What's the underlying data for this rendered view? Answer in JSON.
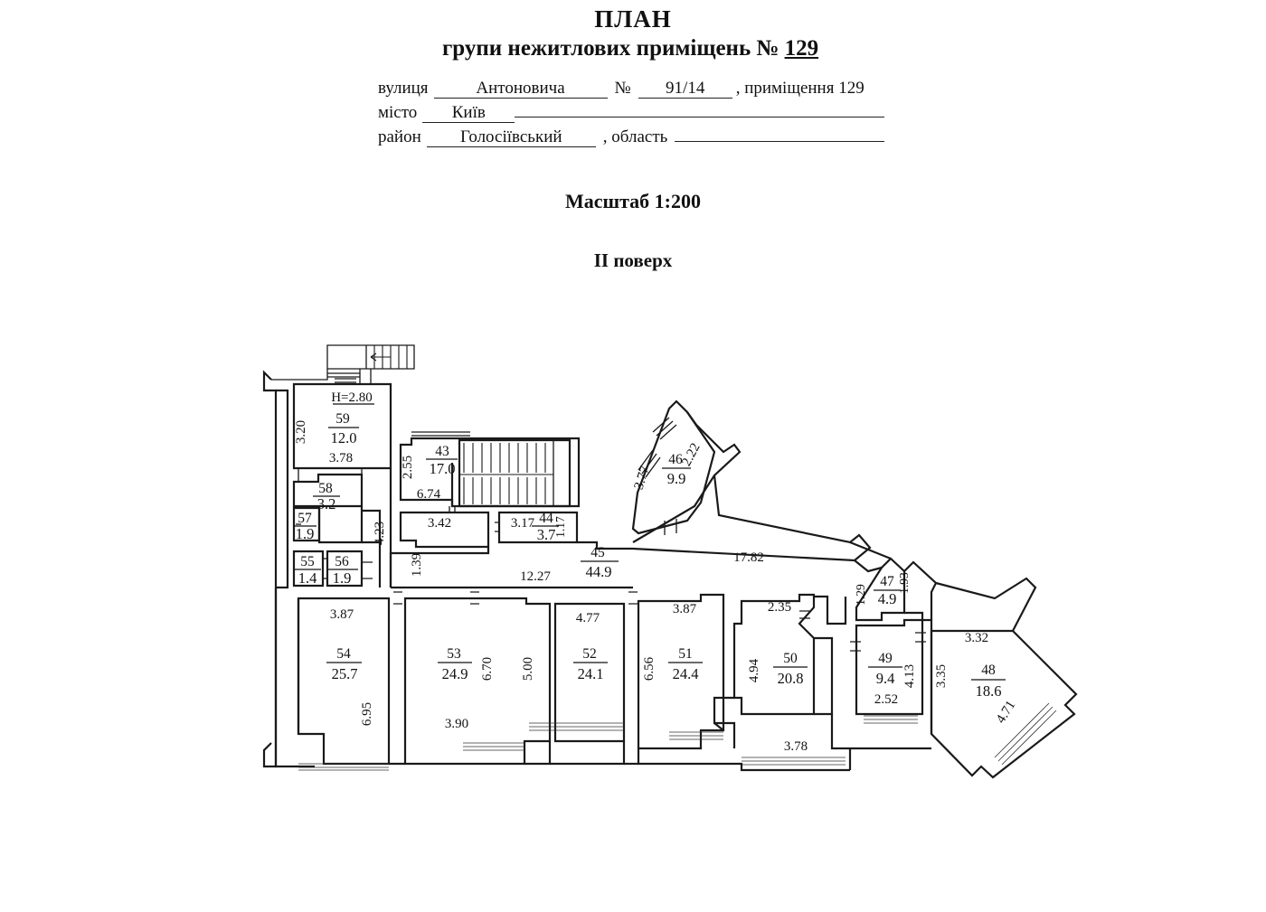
{
  "header": {
    "title": "ПЛАН",
    "subtitle_prefix": "групи нежитлових приміщень №",
    "subtitle_number": "129",
    "address": {
      "street_label": "вулиця",
      "street_value": "Антоновича",
      "number_label": "№",
      "number_value": "91/14",
      "premises_label": ", приміщення 129",
      "city_label": "місто",
      "city_value": "Київ",
      "district_label": "район",
      "district_value": "Голосіївський",
      "region_label": ", область",
      "region_value": ""
    },
    "scale": "Масштаб 1:200",
    "floor": "II поверх"
  },
  "plan": {
    "ceiling_height_label": "H=2.80",
    "rooms": [
      {
        "number": "59",
        "area": "12.0",
        "dims": [
          "3.20",
          "3.78"
        ]
      },
      {
        "number": "58",
        "area": "3.2",
        "dims": []
      },
      {
        "number": "57",
        "area": "1.9",
        "dims": []
      },
      {
        "number": "55",
        "area": "1.4",
        "dims": []
      },
      {
        "number": "56",
        "area": "1.9",
        "dims": []
      },
      {
        "number": "43",
        "area": "17.0",
        "dims": [
          "2.55",
          "6.74"
        ]
      },
      {
        "number": "44",
        "area": "3.7",
        "dims": [
          "3.17",
          "1.17"
        ]
      },
      {
        "number": "45",
        "area": "44.9",
        "dims": [
          "12.27",
          "17.82",
          "1.39",
          "3.42",
          "4.23"
        ]
      },
      {
        "number": "46",
        "area": "9.9",
        "dims": [
          "3.77",
          "2.22"
        ]
      },
      {
        "number": "47",
        "area": "4.9",
        "dims": [
          "1.29",
          "1.93"
        ]
      },
      {
        "number": "48",
        "area": "18.6",
        "dims": [
          "3.32",
          "3.35",
          "4.71"
        ]
      },
      {
        "number": "49",
        "area": "9.4",
        "dims": [
          "2.52",
          "4.13"
        ]
      },
      {
        "number": "50",
        "area": "20.8",
        "dims": [
          "2.35",
          "4.94",
          "3.78"
        ]
      },
      {
        "number": "51",
        "area": "24.4",
        "dims": [
          "3.87",
          "6.56"
        ]
      },
      {
        "number": "52",
        "area": "24.1",
        "dims": [
          "4.77",
          "5.00"
        ]
      },
      {
        "number": "53",
        "area": "24.9",
        "dims": [
          "3.90",
          "6.70"
        ]
      },
      {
        "number": "54",
        "area": "25.7",
        "dims": [
          "3.87",
          "6.95"
        ]
      }
    ],
    "dimension_labels": [
      "3.20",
      "3.78",
      "2.55",
      "6.74",
      "3.42",
      "4.23",
      "1.39",
      "3.17",
      "1.17",
      "12.27",
      "17.82",
      "3.77",
      "2.22",
      "1.29",
      "1.93",
      "3.32",
      "3.35",
      "4.71",
      "4.13",
      "2.52",
      "2.35",
      "4.94",
      "3.78",
      "3.87",
      "6.56",
      "4.77",
      "5.00",
      "6.70",
      "3.90",
      "3.87",
      "6.95"
    ]
  }
}
